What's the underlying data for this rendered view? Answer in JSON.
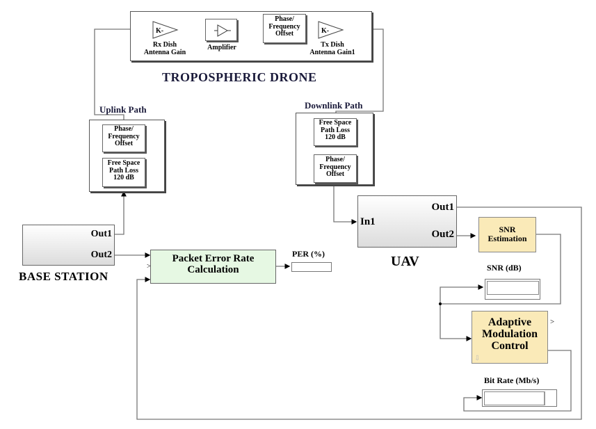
{
  "tropospheric_drone": {
    "title": "TROPOSPHERIC DRONE",
    "rx_gain": {
      "glyph": "K-",
      "label_line1": "Rx Dish",
      "label_line2": "Antenna Gain"
    },
    "amplifier": {
      "label": "Amplifier"
    },
    "phase_offset": {
      "line1": "Phase/",
      "line2": "Frequency",
      "line3": "Offset"
    },
    "tx_gain": {
      "glyph": "K-",
      "label_line1": "Tx Dish",
      "label_line2": "Antenna Gain1"
    }
  },
  "uplink": {
    "title": "Uplink Path",
    "phase_offset": {
      "line1": "Phase/",
      "line2": "Frequency",
      "line3": "Offset"
    },
    "path_loss": {
      "line1": "Free Space",
      "line2": "Path Loss",
      "line3": "120 dB"
    }
  },
  "downlink": {
    "title": "Downlink Path",
    "path_loss": {
      "line1": "Free Space",
      "line2": "Path Loss",
      "line3": "120 dB"
    },
    "phase_offset": {
      "line1": "Phase/",
      "line2": "Frequency",
      "line3": "Offset"
    }
  },
  "base_station": {
    "title": "BASE STATION",
    "out1": "Out1",
    "out2": "Out2"
  },
  "per_block": {
    "line1": "Packet Error Rate",
    "line2": "Calculation"
  },
  "per_display": {
    "label": "PER (%)",
    "value": ""
  },
  "uav": {
    "title": "UAV",
    "in1": "In1",
    "out1": "Out1",
    "out2": "Out2"
  },
  "snr_block": {
    "line1": "SNR",
    "line2": "Estimation"
  },
  "snr_display": {
    "label": "SNR  (dB)",
    "value": ""
  },
  "amc_block": {
    "line1": "Adaptive",
    "line2": "Modulation",
    "line3": "Control"
  },
  "bitrate_display": {
    "label": "Bit Rate (Mb/s)",
    "value": ""
  }
}
